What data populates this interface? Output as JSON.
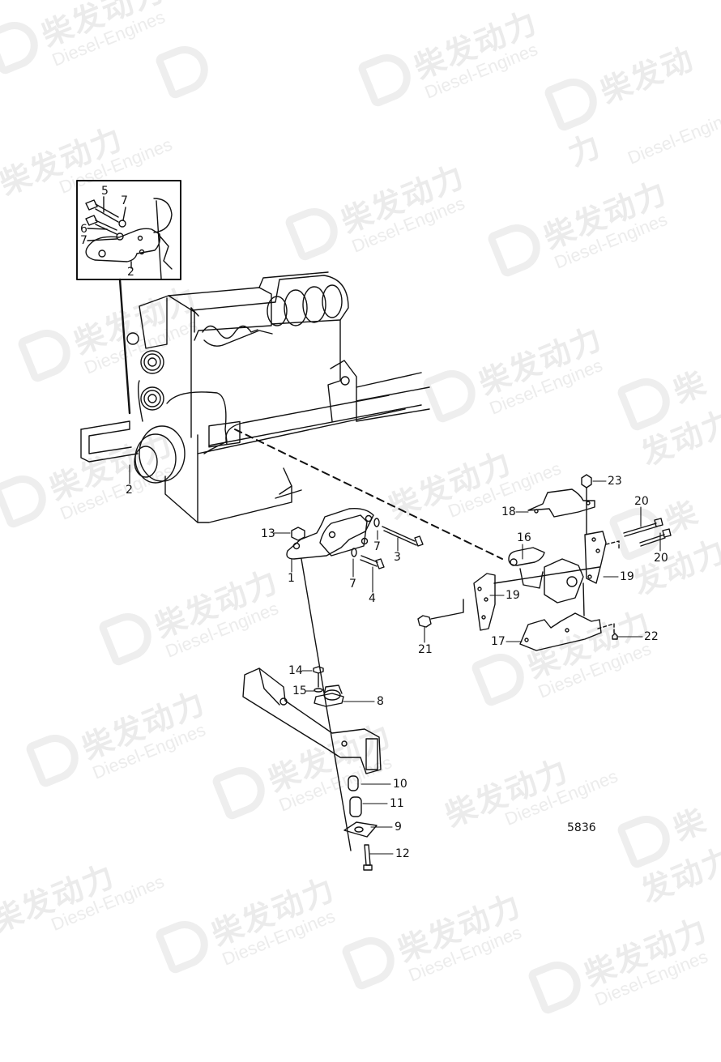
{
  "diagram": {
    "type": "exploded parts diagram",
    "subject": "Engine mounting / engine suspension",
    "figure_number": "5836",
    "watermark": {
      "cn": "柴发动力",
      "en": "Diesel-Engines"
    },
    "inset": {
      "labels": [
        "5",
        "7",
        "6",
        "7",
        "2"
      ]
    },
    "callouts": [
      {
        "id": "c1",
        "label": "1",
        "part": "engine bracket (front)"
      },
      {
        "id": "c2a",
        "label": "2",
        "part": "bracket (inset)"
      },
      {
        "id": "c2b",
        "label": "2",
        "part": "bracket (on engine)"
      },
      {
        "id": "c3",
        "label": "3",
        "part": "bolt"
      },
      {
        "id": "c4",
        "label": "4",
        "part": "bolt"
      },
      {
        "id": "c5",
        "label": "5",
        "part": "bolt (inset)"
      },
      {
        "id": "c6",
        "label": "6",
        "part": "bolt (inset)"
      },
      {
        "id": "c7a",
        "label": "7",
        "part": "washer (inset)"
      },
      {
        "id": "c7b",
        "label": "7",
        "part": "washer (inset)"
      },
      {
        "id": "c7c",
        "label": "7",
        "part": "washer"
      },
      {
        "id": "c7d",
        "label": "7",
        "part": "washer"
      },
      {
        "id": "c8",
        "label": "8",
        "part": "rubber mount"
      },
      {
        "id": "c9",
        "label": "9",
        "part": "lower mount plate"
      },
      {
        "id": "c10",
        "label": "10",
        "part": "spacer sleeve"
      },
      {
        "id": "c11",
        "label": "11",
        "part": "spacer sleeve"
      },
      {
        "id": "c12",
        "label": "12",
        "part": "bolt"
      },
      {
        "id": "c13",
        "label": "13",
        "part": "nut"
      },
      {
        "id": "c14",
        "label": "14",
        "part": "screw"
      },
      {
        "id": "c15",
        "label": "15",
        "part": "washer"
      },
      {
        "id": "c16",
        "label": "16",
        "part": "rubber mount (rear)"
      },
      {
        "id": "c17",
        "label": "17",
        "part": "mounting bracket (lower)"
      },
      {
        "id": "c18",
        "label": "18",
        "part": "strap bracket (upper)"
      },
      {
        "id": "c19a",
        "label": "19",
        "part": "side bracket (left)"
      },
      {
        "id": "c19b",
        "label": "19",
        "part": "side bracket (right)"
      },
      {
        "id": "c20a",
        "label": "20",
        "part": "bolt"
      },
      {
        "id": "c20b",
        "label": "20",
        "part": "bolt"
      },
      {
        "id": "c21",
        "label": "21",
        "part": "nut"
      },
      {
        "id": "c22",
        "label": "22",
        "part": "screw"
      },
      {
        "id": "c23",
        "label": "23",
        "part": "nut"
      }
    ]
  }
}
